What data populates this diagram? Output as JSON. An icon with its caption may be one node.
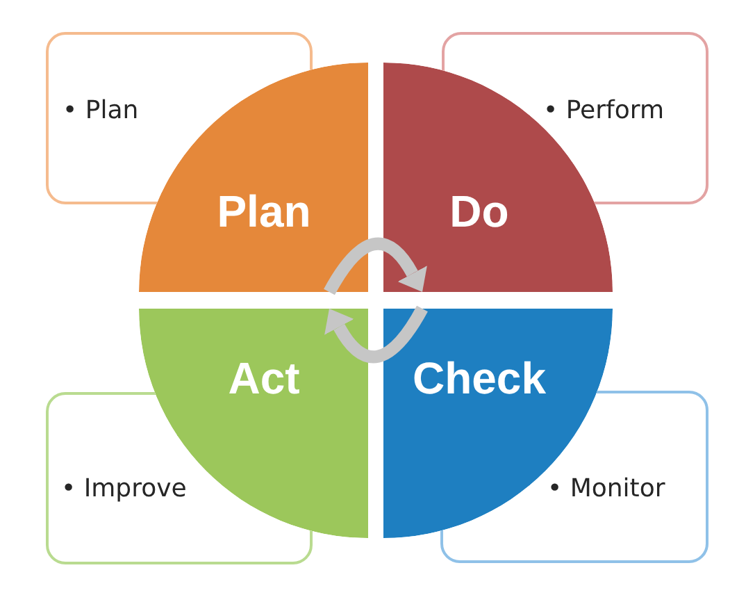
{
  "diagram": {
    "nodes": [
      {
        "text": [
          "• Plan"
        ]
      },
      {
        "text": [
          "• Perform"
        ]
      },
      {
        "text": [
          "Plan"
        ]
      },
      {
        "text": [
          "Do"
        ]
      },
      {
        "text": [
          "Act"
        ]
      },
      {
        "text": [
          "Check"
        ]
      },
      {
        "text": [
          "• Improve"
        ]
      },
      {
        "text": [
          "• Monitor"
        ]
      }
    ],
    "edges": [
      {
        "from": 2,
        "to": 3,
        "arrow": "to"
      },
      {
        "from": 5,
        "to": 4,
        "arrow": "to"
      }
    ]
  }
}
